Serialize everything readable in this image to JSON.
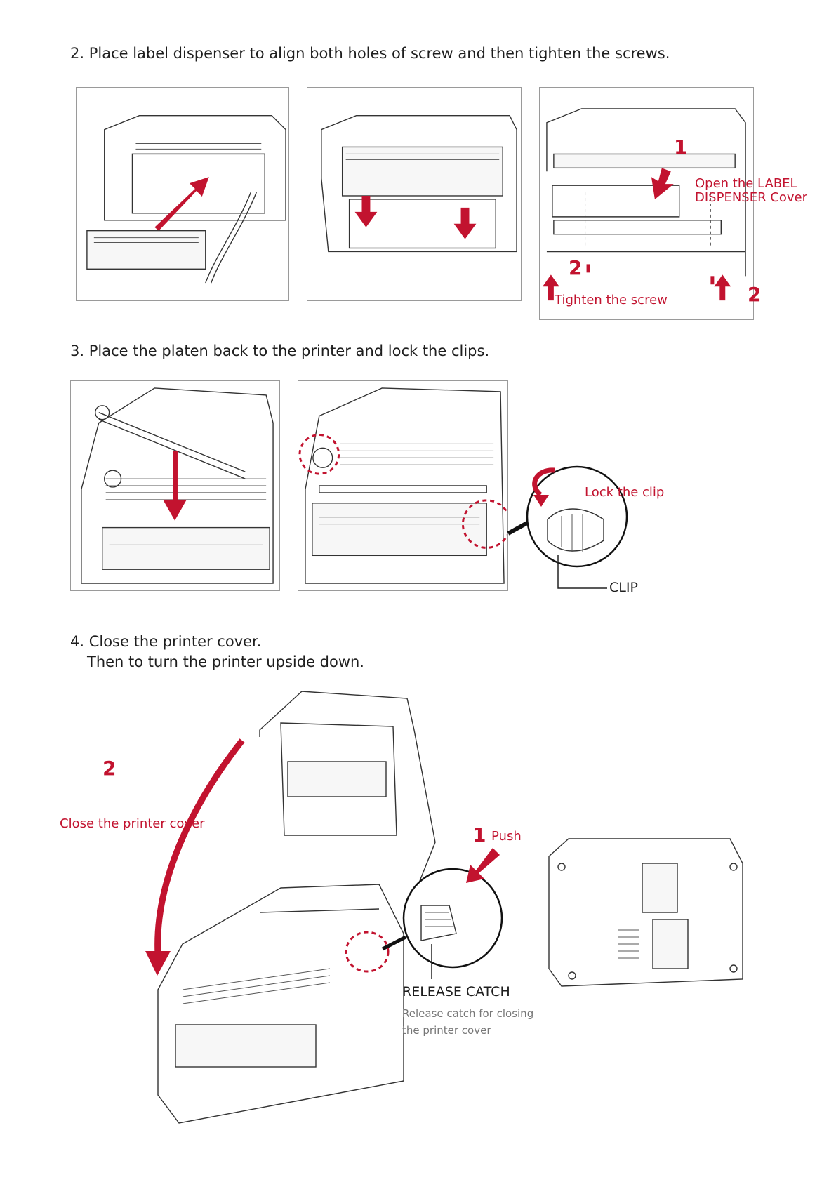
{
  "steps": {
    "step2": "2. Place label dispenser to align both holes of screw and then tighten the screws.",
    "step3": "3. Place the platen back to the printer and lock the clips.",
    "step4_line1": "4. Close the printer cover.",
    "step4_line2": "Then to turn the printer upside down."
  },
  "step2_labels": {
    "num1": "1",
    "open_cover": "Open the LABEL DISPENSER Cover",
    "num2_left": "2",
    "tighten": "Tighten the screw",
    "num2_right": "2"
  },
  "step3_labels": {
    "lock_clip": "Lock the clip",
    "clip": "CLIP"
  },
  "step4_labels": {
    "num2": "2",
    "close_cover": "Close the printer cover",
    "num1": "1",
    "push": "Push",
    "release_catch": "RELEASE CATCH",
    "release_desc": "Release catch for closing the printer cover"
  },
  "colors": {
    "accent_red": "#c2132f",
    "text": "#1e1e1e",
    "frame": "#9a9a9a"
  }
}
